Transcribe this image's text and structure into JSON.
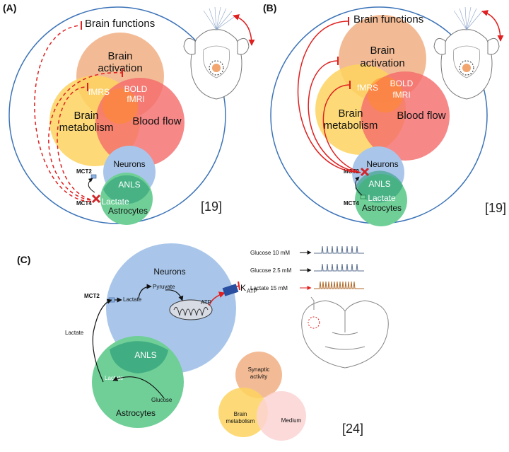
{
  "panelA": {
    "label": "(A)",
    "brain_functions": "Brain functions",
    "brain_activation": [
      "Brain",
      "activation"
    ],
    "brain_metabolism": [
      "Brain",
      "metabolism"
    ],
    "blood_flow": "Blood flow",
    "fmrs": "fMRS",
    "bold": "BOLD",
    "fmri": "fMRI",
    "neurons": "Neurons",
    "anls": "ANLS",
    "lactate": "Lactate",
    "astrocytes": "Astrocytes",
    "mct2": "MCT2",
    "mct4": "MCT4",
    "ref": "[19]"
  },
  "panelB": {
    "label": "(B)",
    "brain_functions": "Brain functions",
    "brain_activation": [
      "Brain",
      "activation"
    ],
    "brain_metabolism": [
      "Brain",
      "metabolism"
    ],
    "blood_flow": "Blood flow",
    "fmrs": "fMRS",
    "bold": "BOLD",
    "fmri": "fMRI",
    "neurons": "Neurons",
    "anls": "ANLS",
    "lactate": "Lactate",
    "astrocytes": "Astrocytes",
    "mct2": "MCT2",
    "mct4": "MCT4",
    "ref": "[19]"
  },
  "panelC": {
    "label": "(C)",
    "neurons": "Neurons",
    "anls": "ANLS",
    "astrocytes": "Astrocytes",
    "pyruvate": "Pyruvate",
    "lactate_in": "Lactate",
    "lactate_out": "Lactate",
    "lactate_astro": "Lactate",
    "glucose": "Glucose",
    "mct2": "MCT2",
    "atp": "ATP",
    "katp": "K",
    "katp_sub": "ATP",
    "recordings": [
      "Glucose  10 mM",
      "Glucose 2.5 mM",
      "Lactate 15 mM"
    ],
    "synaptic_activity": [
      "Synaptic",
      "activity"
    ],
    "brain_metabolism": [
      "Brain",
      "metabolism"
    ],
    "medium": "Medium",
    "ref": "[24]"
  },
  "colors": {
    "activation": "#f2b48a",
    "metabolism": "#fdd45f",
    "blood_flow": "#f46a6a",
    "neurons": "#a9c6ea",
    "astrocytes": "#6fcf97",
    "anls": "#2e9e7a",
    "inhibition": "#e02020",
    "trace_glucose": "#5a6f8f",
    "trace_lactate": "#b06a2a",
    "medium": "#fbd4d4"
  }
}
